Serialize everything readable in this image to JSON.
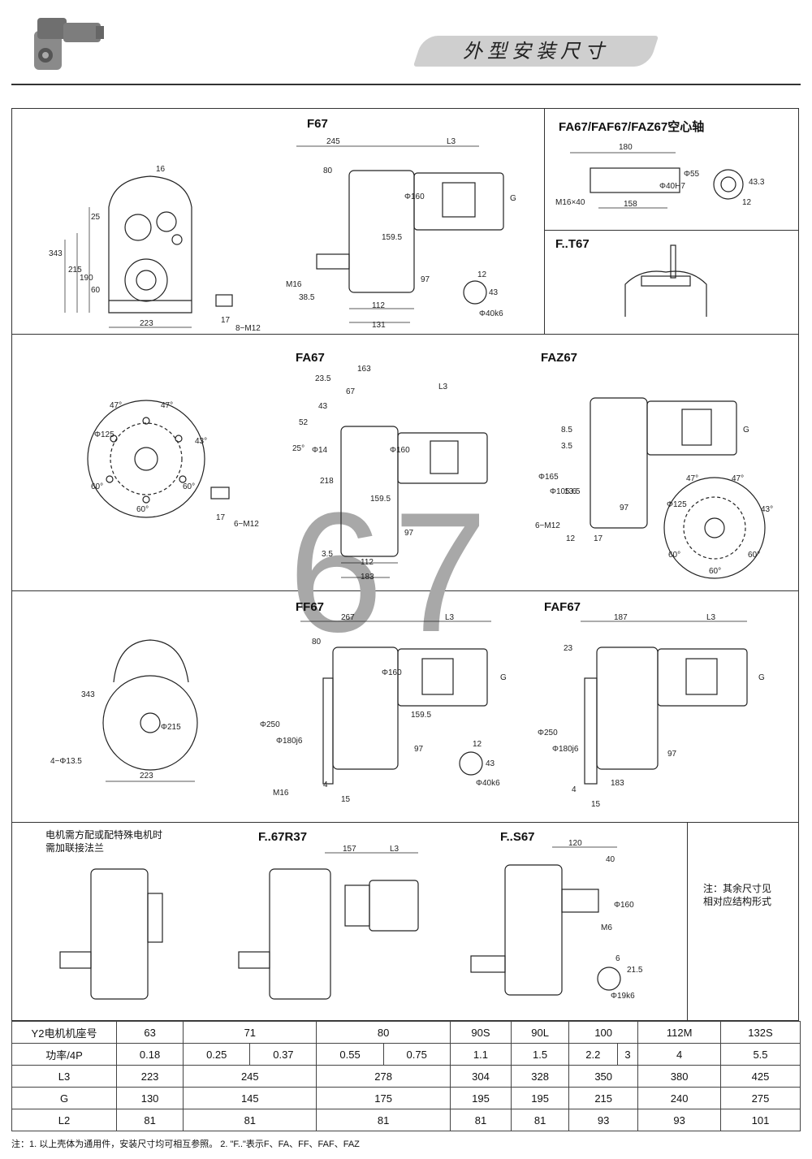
{
  "header": {
    "title": "外型安装尺寸"
  },
  "sections": {
    "f67": "F67",
    "fa67_hollow": "FA67/FAF67/FAZ67空心轴",
    "ft67": "F..T67",
    "fa67": "FA67",
    "faz67": "FAZ67",
    "ff67": "FF67",
    "faf67": "FAF67",
    "motor_note": [
      "电机需方配或配特殊电机时",
      "需加联接法兰"
    ],
    "f67r37": "F..67R37",
    "fs67": "F..S67",
    "side_note": [
      "注：其余尺寸见",
      "相对应结构形式"
    ]
  },
  "watermark": "67",
  "dims": {
    "f67_front": [
      "16",
      "343",
      "215",
      "190",
      "25",
      "60",
      "223",
      "17",
      "8−M12"
    ],
    "f67_side": [
      "245",
      "L3",
      "80",
      "Φ160",
      "159.5",
      "G",
      "M16",
      "38.5",
      "97",
      "112",
      "131",
      "12",
      "43",
      "Φ40k6"
    ],
    "hollow": [
      "180",
      "M16×40",
      "Φ40H7",
      "Φ55",
      "158",
      "43.3",
      "12"
    ],
    "fa67_flange": [
      "47°",
      "47°",
      "Φ125",
      "43°",
      "60°",
      "60°",
      "60°",
      "17",
      "6−M12"
    ],
    "fa67_side": [
      "163",
      "23.5",
      "L3",
      "67",
      "43",
      "52",
      "25°",
      "Φ14",
      "Φ160",
      "218",
      "159.5",
      "97",
      "3.5",
      "112",
      "183"
    ],
    "faz67": [
      "8.5",
      "3.5",
      "Φ165",
      "Φ105.6",
      "13.5",
      "6−M12",
      "12",
      "17",
      "97",
      "G",
      "47°",
      "47°",
      "Φ125",
      "43°",
      "60°",
      "60°",
      "60°"
    ],
    "ff67_front": [
      "343",
      "Φ215",
      "4−Φ13.5",
      "223"
    ],
    "ff67_side": [
      "267",
      "L3",
      "80",
      "Φ160",
      "159.5",
      "G",
      "Φ250",
      "Φ180j6",
      "M16",
      "4",
      "15",
      "97",
      "12",
      "43",
      "Φ40k6"
    ],
    "faf67": [
      "187",
      "L3",
      "23",
      "G",
      "Φ250",
      "Φ180j6",
      "97",
      "4",
      "15",
      "183"
    ],
    "r37": [
      "157",
      "L3"
    ],
    "s67": [
      "120",
      "40",
      "Φ160",
      "M6",
      "6",
      "21.5",
      "Φ19k6"
    ]
  },
  "table": {
    "rows": [
      {
        "label": "Y2电机机座号",
        "cells": [
          [
            "63"
          ],
          [
            "71"
          ],
          [
            "80"
          ],
          [
            "90S"
          ],
          [
            "90L"
          ],
          [
            "100"
          ],
          [
            "112M"
          ],
          [
            "132S"
          ]
        ]
      },
      {
        "label": "功率/4P",
        "cells": [
          [
            "0.18"
          ],
          [
            "0.25",
            "0.37"
          ],
          [
            "0.55",
            "0.75"
          ],
          [
            "1.1"
          ],
          [
            "1.5"
          ],
          [
            "2.2",
            "3"
          ],
          [
            "4"
          ],
          [
            "5.5"
          ]
        ]
      },
      {
        "label": "L3",
        "cells": [
          [
            "223"
          ],
          [
            "245"
          ],
          [
            "278"
          ],
          [
            "304"
          ],
          [
            "328"
          ],
          [
            "350"
          ],
          [
            "380"
          ],
          [
            "425"
          ]
        ]
      },
      {
        "label": "G",
        "cells": [
          [
            "130"
          ],
          [
            "145"
          ],
          [
            "175"
          ],
          [
            "195"
          ],
          [
            "195"
          ],
          [
            "215"
          ],
          [
            "240"
          ],
          [
            "275"
          ]
        ]
      },
      {
        "label": "L2",
        "cells": [
          [
            "81"
          ],
          [
            "81"
          ],
          [
            "81"
          ],
          [
            "81"
          ],
          [
            "81"
          ],
          [
            "93"
          ],
          [
            "93"
          ],
          [
            "101"
          ]
        ]
      }
    ]
  },
  "footnote": "注：1. 以上壳体为通用件，安装尺寸均可相互参照。   2. \"F..\"表示F、FA、FF、FAF、FAZ"
}
